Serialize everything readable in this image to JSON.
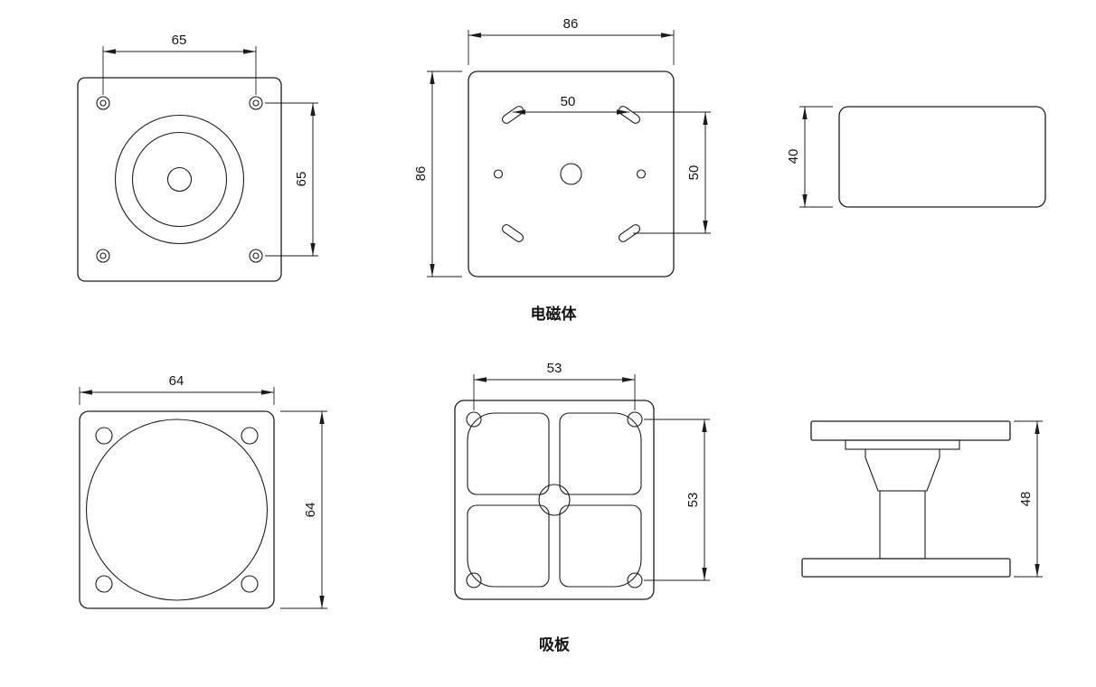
{
  "meta": {
    "background": "#ffffff",
    "line_color": "#1c1c1c",
    "text_color": "#141414"
  },
  "magnet": {
    "label": "电磁体",
    "front": {
      "dim_hole_spacing_h": "65",
      "dim_hole_spacing_v": "65"
    },
    "back": {
      "dim_width": "86",
      "dim_height": "86",
      "dim_slot_spacing_h": "50",
      "dim_slot_spacing_v": "50"
    },
    "side": {
      "dim_thickness": "40"
    }
  },
  "plate": {
    "label": "吸板",
    "front": {
      "dim_width": "64",
      "dim_height": "64"
    },
    "back": {
      "dim_hole_spacing_h": "53",
      "dim_hole_spacing_v": "53"
    },
    "side": {
      "dim_height": "48"
    }
  }
}
